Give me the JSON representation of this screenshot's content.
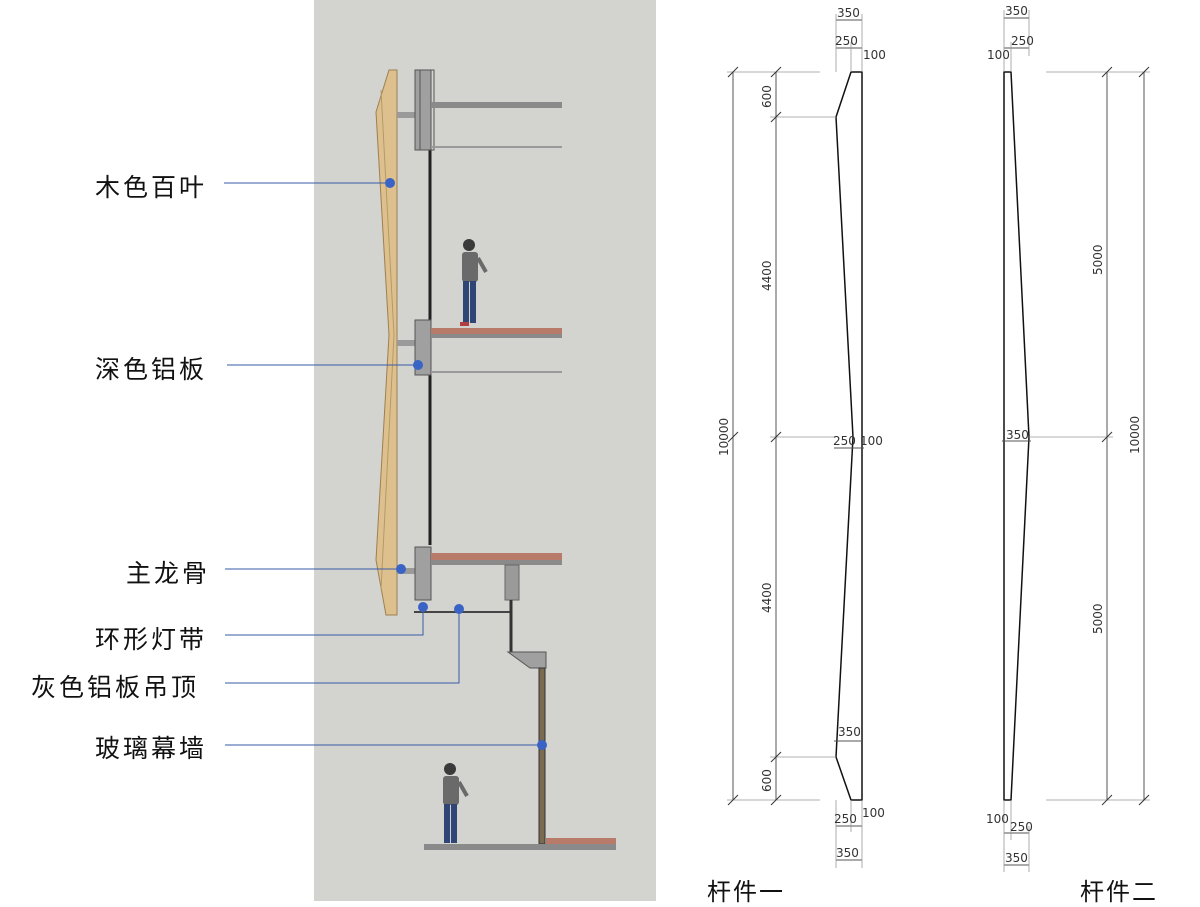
{
  "section": {
    "labels": [
      "木色百叶",
      "深色铝板",
      "主龙骨",
      "环形灯带",
      "灰色铝板吊顶",
      "玻璃幕墙"
    ]
  },
  "members": [
    {
      "caption": "杆件一",
      "dims": {
        "top_total": "350",
        "top_a": "250",
        "top_b": "100",
        "seg1": "600",
        "seg2": "4400",
        "seg3": "4400",
        "seg4": "600",
        "overall": "10000",
        "mid_a": "250",
        "mid_b": "100",
        "low_mark": "350",
        "bot_a": "250",
        "bot_b": "100",
        "bot_total": "350"
      }
    },
    {
      "caption": "杆件二",
      "dims": {
        "top_total": "350",
        "top_a": "100",
        "top_b": "250",
        "seg_upper": "5000",
        "seg_lower": "5000",
        "overall": "10000",
        "mid": "350",
        "bot_a": "100",
        "bot_b": "250",
        "bot_total": "350"
      }
    }
  ],
  "colors": {
    "panel_bg": "#d3d3d0",
    "wood": "#ddc08e",
    "wood_edge": "#9c8050",
    "floor_wood": "#b97b69",
    "steel": "#808080",
    "leader": "#3a5ba8",
    "dot": "#3a63c6"
  }
}
